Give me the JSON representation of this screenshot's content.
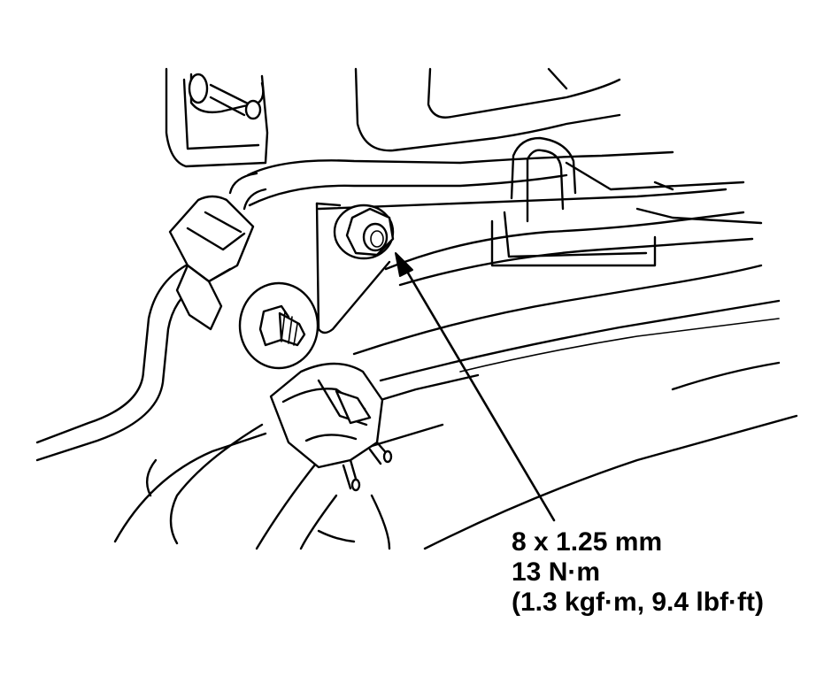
{
  "callout": {
    "size": "8 x 1.25 mm",
    "torque_nm": "13 N·m",
    "torque_alt": "(1.3 kgf·m, 9.4 lbf·ft)"
  },
  "colors": {
    "line": "#000000",
    "background": "#ffffff"
  }
}
